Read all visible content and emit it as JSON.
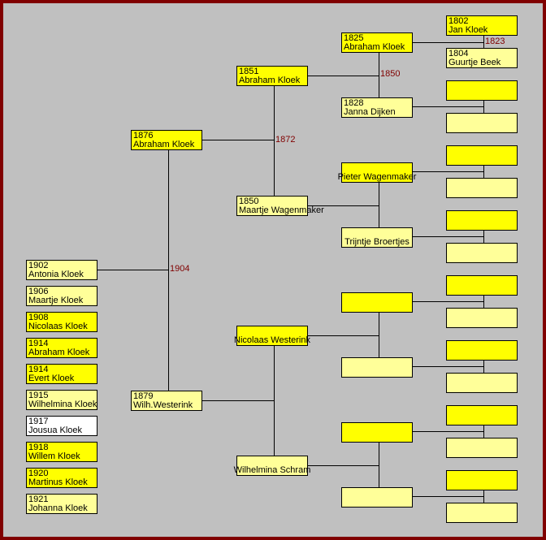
{
  "colors": {
    "male": "#ffff00",
    "female": "#ffff99",
    "unknown": "#ffffff",
    "marriage_year": "#800000",
    "border": "#800000",
    "background": "#c0c0c0"
  },
  "children": [
    {
      "year": "1902",
      "name": "Antonia Kloek",
      "sex": "f"
    },
    {
      "year": "1906",
      "name": "Maartje Kloek",
      "sex": "f"
    },
    {
      "year": "1908",
      "name": "Nicolaas Kloek",
      "sex": "m"
    },
    {
      "year": "1914",
      "name": "Abraham Kloek",
      "sex": "m"
    },
    {
      "year": "1914",
      "name": "Evert Kloek",
      "sex": "m"
    },
    {
      "year": "1915",
      "name": "Wilhelmina Kloek",
      "sex": "f"
    },
    {
      "year": "1917",
      "name": "Jousua Kloek",
      "sex": "u"
    },
    {
      "year": "1918",
      "name": "Willem Kloek",
      "sex": "m"
    },
    {
      "year": "1920",
      "name": "Martinus Kloek",
      "sex": "m"
    },
    {
      "year": "1921",
      "name": "Johanna Kloek",
      "sex": "f"
    }
  ],
  "gen1": [
    {
      "year": "1876",
      "name": "Abraham Kloek",
      "sex": "m"
    },
    {
      "year": "1879",
      "name": "Wilh.Westerink",
      "sex": "f"
    }
  ],
  "gen2": [
    {
      "year": "1851",
      "name": "Abraham Kloek",
      "sex": "m"
    },
    {
      "year": "1850",
      "name": "Maartje Wagenmaker",
      "sex": "f"
    },
    {
      "year": "",
      "name": "Nicolaas Westerink",
      "sex": "m"
    },
    {
      "year": "",
      "name": "Wilhelmina Schram",
      "sex": "f"
    }
  ],
  "gen3": [
    {
      "year": "1825",
      "name": "Abraham Kloek",
      "sex": "m"
    },
    {
      "year": "1828",
      "name": "Janna Dijken",
      "sex": "f"
    },
    {
      "year": "",
      "name": "Pieter Wagenmaker",
      "sex": "m"
    },
    {
      "year": "",
      "name": "Trijntje Broertjes",
      "sex": "f"
    },
    {
      "year": "",
      "name": "",
      "sex": "m"
    },
    {
      "year": "",
      "name": "",
      "sex": "f"
    },
    {
      "year": "",
      "name": "",
      "sex": "m"
    },
    {
      "year": "",
      "name": "",
      "sex": "f"
    }
  ],
  "gen4": [
    {
      "year": "1802",
      "name": "Jan Kloek",
      "sex": "m"
    },
    {
      "year": "1804",
      "name": "Guurtje Beek",
      "sex": "f"
    },
    {
      "year": "",
      "name": "",
      "sex": "m"
    },
    {
      "year": "",
      "name": "",
      "sex": "f"
    },
    {
      "year": "",
      "name": "",
      "sex": "m"
    },
    {
      "year": "",
      "name": "",
      "sex": "f"
    },
    {
      "year": "",
      "name": "",
      "sex": "m"
    },
    {
      "year": "",
      "name": "",
      "sex": "f"
    },
    {
      "year": "",
      "name": "",
      "sex": "m"
    },
    {
      "year": "",
      "name": "",
      "sex": "f"
    },
    {
      "year": "",
      "name": "",
      "sex": "m"
    },
    {
      "year": "",
      "name": "",
      "sex": "f"
    },
    {
      "year": "",
      "name": "",
      "sex": "m"
    },
    {
      "year": "",
      "name": "",
      "sex": "f"
    },
    {
      "year": "",
      "name": "",
      "sex": "m"
    },
    {
      "year": "",
      "name": "",
      "sex": "f"
    }
  ],
  "marriages": {
    "parents": "1904",
    "gen2_paternal": "1872",
    "gen3_paternal": "1850",
    "gen4_paternal": "1823"
  }
}
